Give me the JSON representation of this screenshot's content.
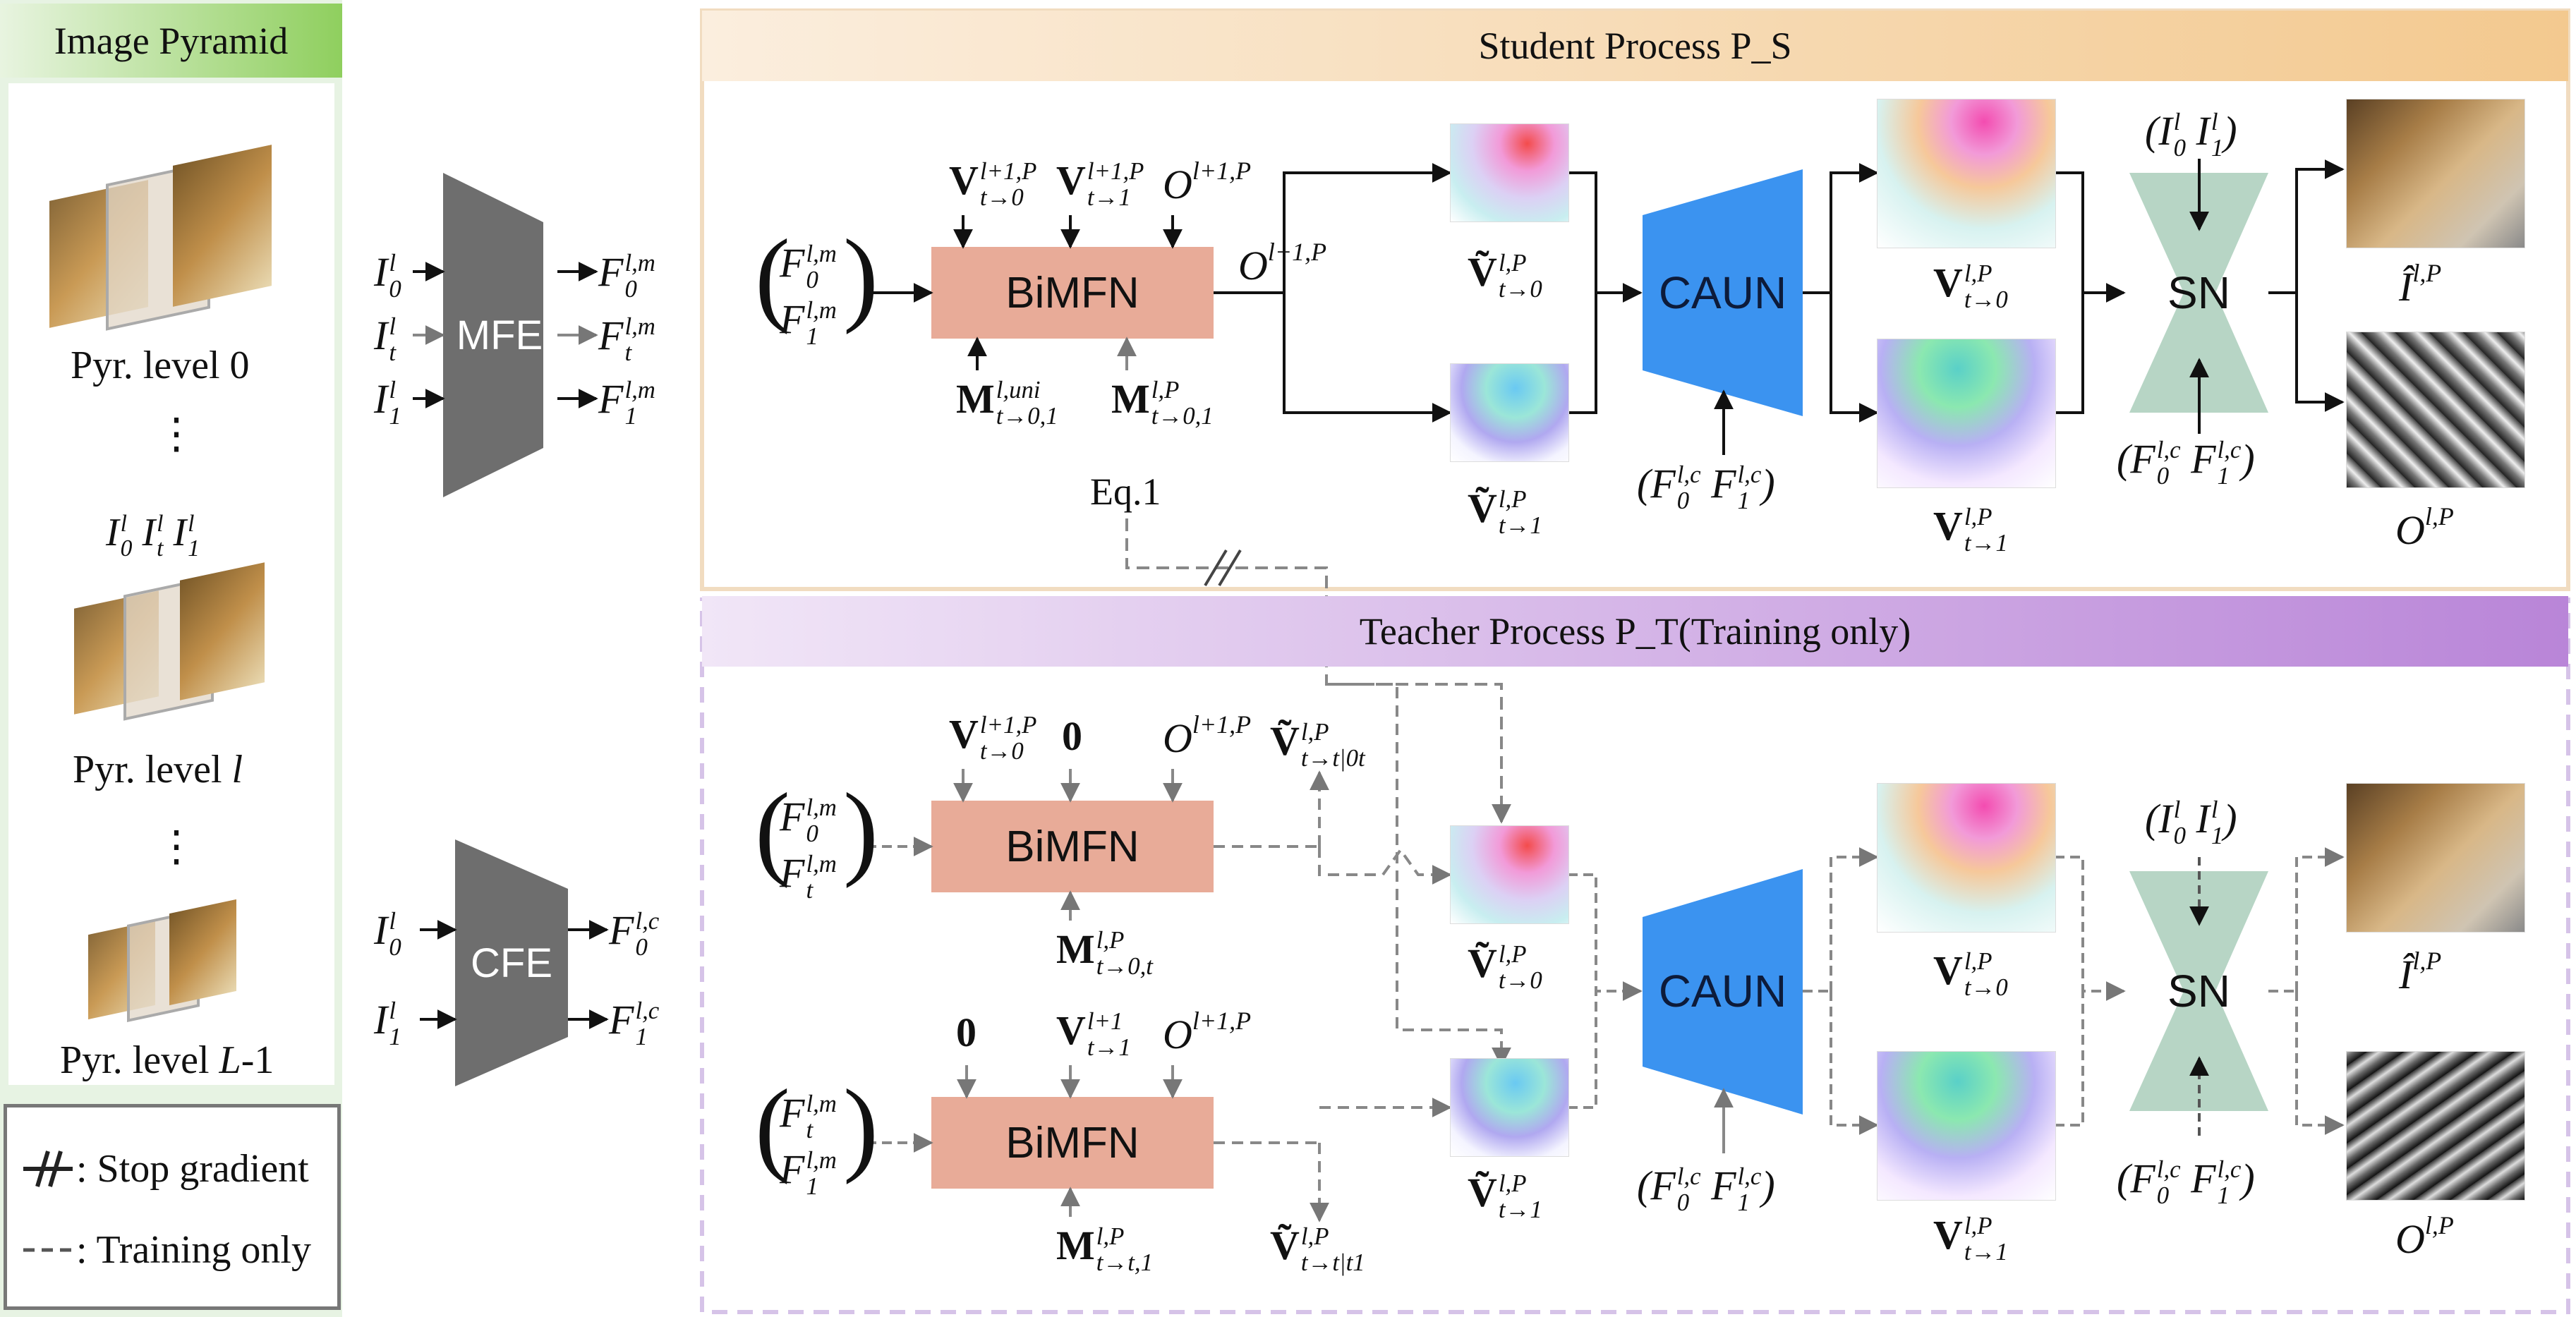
{
  "left_panel": {
    "title": "Image Pyramid",
    "level0": "Pyr. level 0",
    "levell": "Pyr. level l",
    "levelL": "Pyr. level L-1",
    "inputs_label": "I0 It I1",
    "dots": "⋮"
  },
  "legend": {
    "stop_gradient": ": Stop gradient",
    "training_only": ": Training only"
  },
  "encoders": {
    "mfe": "MFE",
    "cfe": "CFE",
    "mfe_inputs": [
      "I0",
      "It",
      "I1"
    ],
    "mfe_outputs": [
      "F0",
      "Ft",
      "F1"
    ],
    "cfe_inputs": [
      "I0",
      "I1"
    ],
    "cfe_outputs": [
      "F0",
      "F1"
    ]
  },
  "student": {
    "title": "Student Process P_S",
    "bimfn": "BiMFN",
    "caun": "CAUN",
    "sn": "SN",
    "eq": "Eq.1"
  },
  "teacher": {
    "title": "Teacher Process P_T(Training only)",
    "bimfn_top": "BiMFN",
    "bimfn_bottom": "BiMFN",
    "caun": "CAUN",
    "sn": "SN",
    "zero": "0"
  },
  "colors": {
    "student_band": "#f5d5a8",
    "teacher_band": "#c9a3e0",
    "bimfn": "#e8ab98",
    "caun": "#3b93f0",
    "sn": "#b7d5c5",
    "encoder": "#6e6e6e",
    "pyramid_title": "#9ed27a"
  }
}
